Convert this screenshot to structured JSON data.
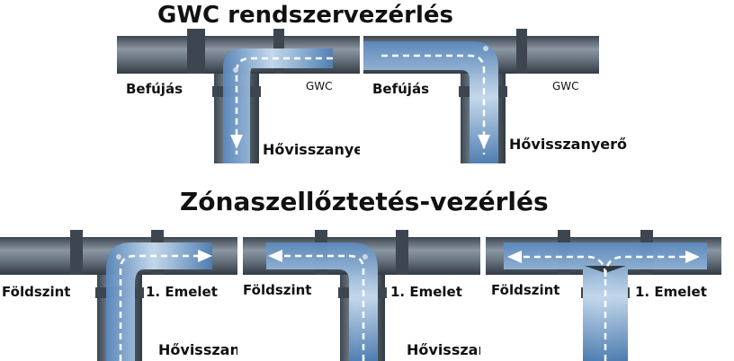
{
  "gwc_section": {
    "title": "GWC rendszervezérlés",
    "panels": [
      {
        "state": "GWC → Hővisszanyerő (Befújás closed)",
        "labels": {
          "left": "Befújás",
          "right": "GWC",
          "bottom": "Hővisszanyerő"
        }
      },
      {
        "state": "Befújás → Hővisszanyerő (GWC closed)",
        "labels": {
          "left": "Befújás",
          "right": "GWC",
          "bottom": "Hővisszanyerő"
        }
      }
    ]
  },
  "zone_section": {
    "title": "Zónaszellőztetés-vezérlés",
    "panels": [
      {
        "state": "Hővisszanyerő → 1. Emelet",
        "labels": {
          "left": "Földszint",
          "right": "1. Emelet",
          "bottom": "Hővisszanyerő"
        }
      },
      {
        "state": "Hővisszanyerő → Földszint",
        "labels": {
          "left": "Földszint",
          "right": "1. Emelet",
          "bottom": "Hővisszanyerő"
        }
      },
      {
        "state": "Hővisszanyerő → Földszint + 1. Emelet",
        "labels": {
          "left": "Földszint",
          "right": "1. Emelet"
        }
      }
    ]
  },
  "colors": {
    "pipe": "#687480",
    "pipe_dark": "#3d4650",
    "flow": "#7aa6d4",
    "flow_light": "#c9def2",
    "flow_arrow": "#ffffff",
    "text": "#111111"
  }
}
